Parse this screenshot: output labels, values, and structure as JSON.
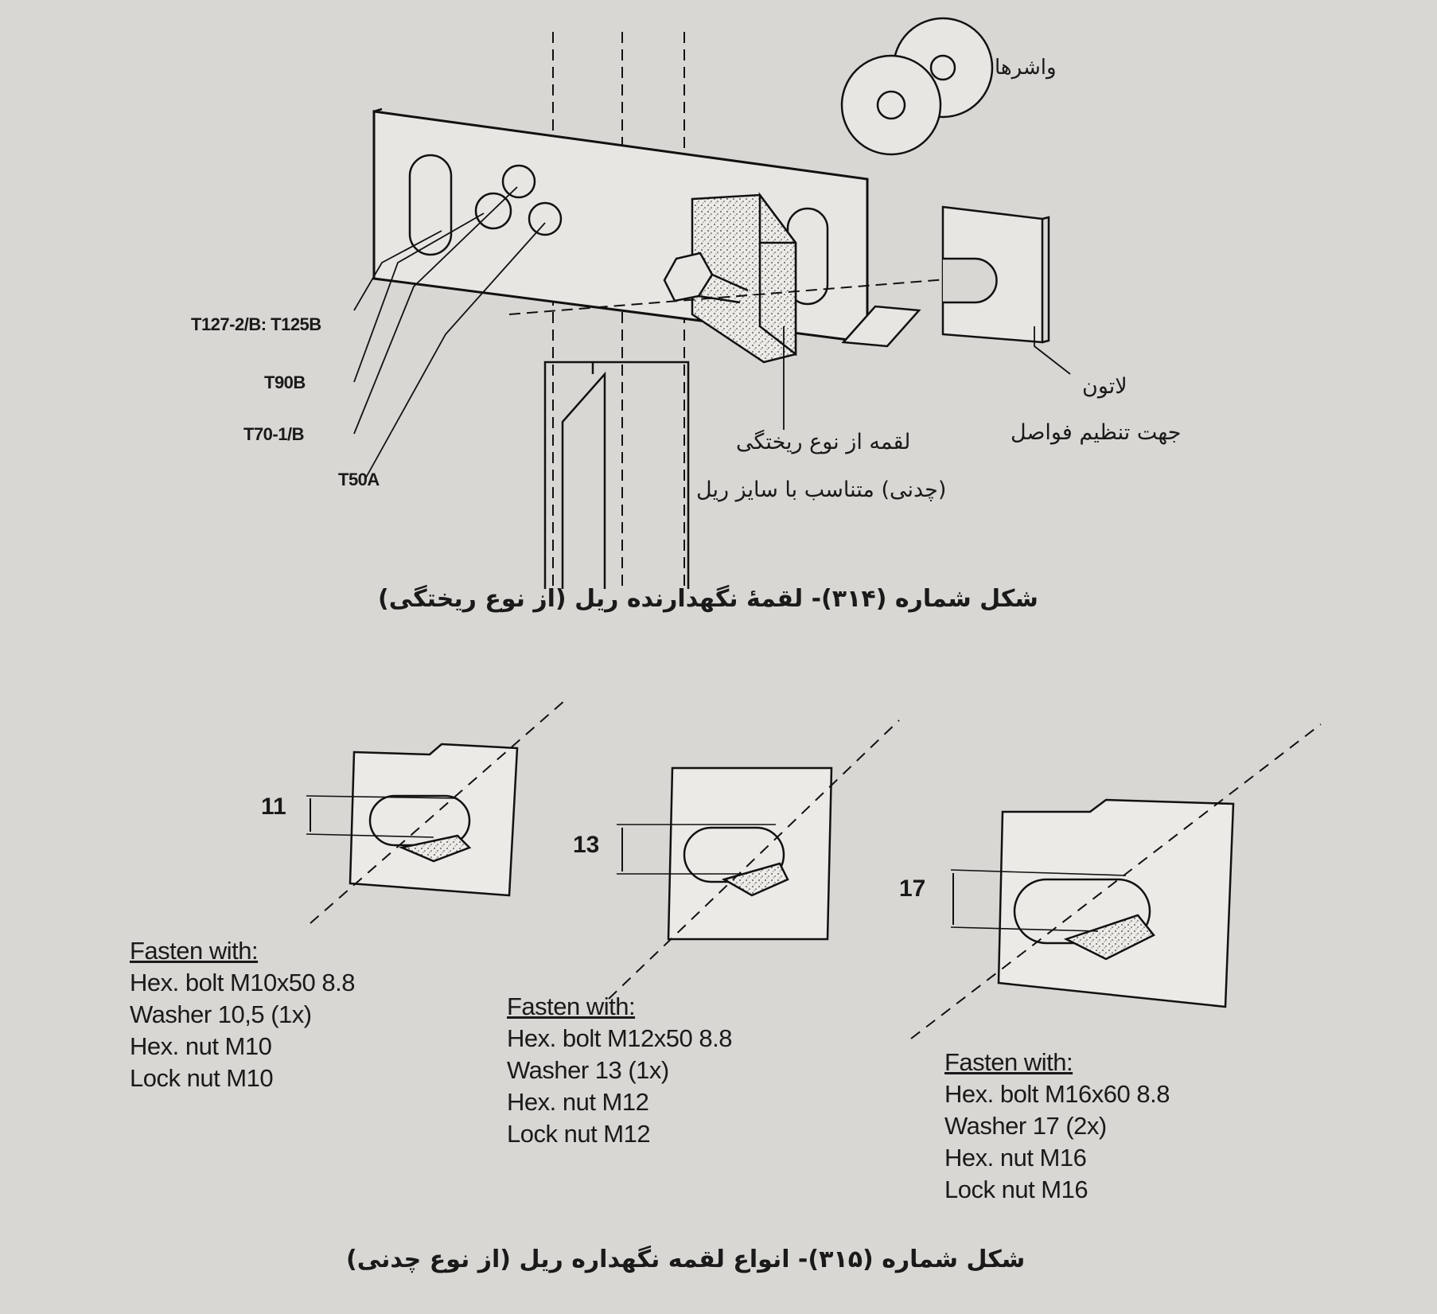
{
  "figure1": {
    "washers_label": "واشرها",
    "part_labels": [
      "T127-2/B: T125B",
      "T90B",
      "T70-1/B",
      "T50A"
    ],
    "clip_label_line1": "لقمه از نوع ریختگی",
    "clip_label_line2": "(چدنی) متناسب با سایز ریل",
    "shim_label_line1": "لاتون",
    "shim_label_line2": "جهت تنظیم فواصل",
    "caption": "شکل شماره (۳۱۴)- لقمۀ نگهدارنده ریل (از نوع ریختگی)"
  },
  "figure2": {
    "clips": [
      {
        "dimension": "11",
        "fasten_heading": "Fasten with:",
        "items": [
          "Hex. bolt M10x50 8.8",
          "Washer 10,5  (1x)",
          "Hex. nut M10",
          "Lock nut M10"
        ]
      },
      {
        "dimension": "13",
        "fasten_heading": "Fasten with:",
        "items": [
          "Hex. bolt M12x50 8.8",
          "Washer 13  (1x)",
          "Hex. nut M12",
          "Lock nut M12"
        ]
      },
      {
        "dimension": "17",
        "fasten_heading": "Fasten with:",
        "items": [
          "Hex. bolt M16x60 8.8",
          "Washer 17  (2x)",
          "Hex. nut M16",
          "Lock nut M16"
        ]
      }
    ],
    "caption": "شکل شماره (۳۱۵)- انواع لقمه نگهداره ریل (از نوع چدنی)"
  }
}
